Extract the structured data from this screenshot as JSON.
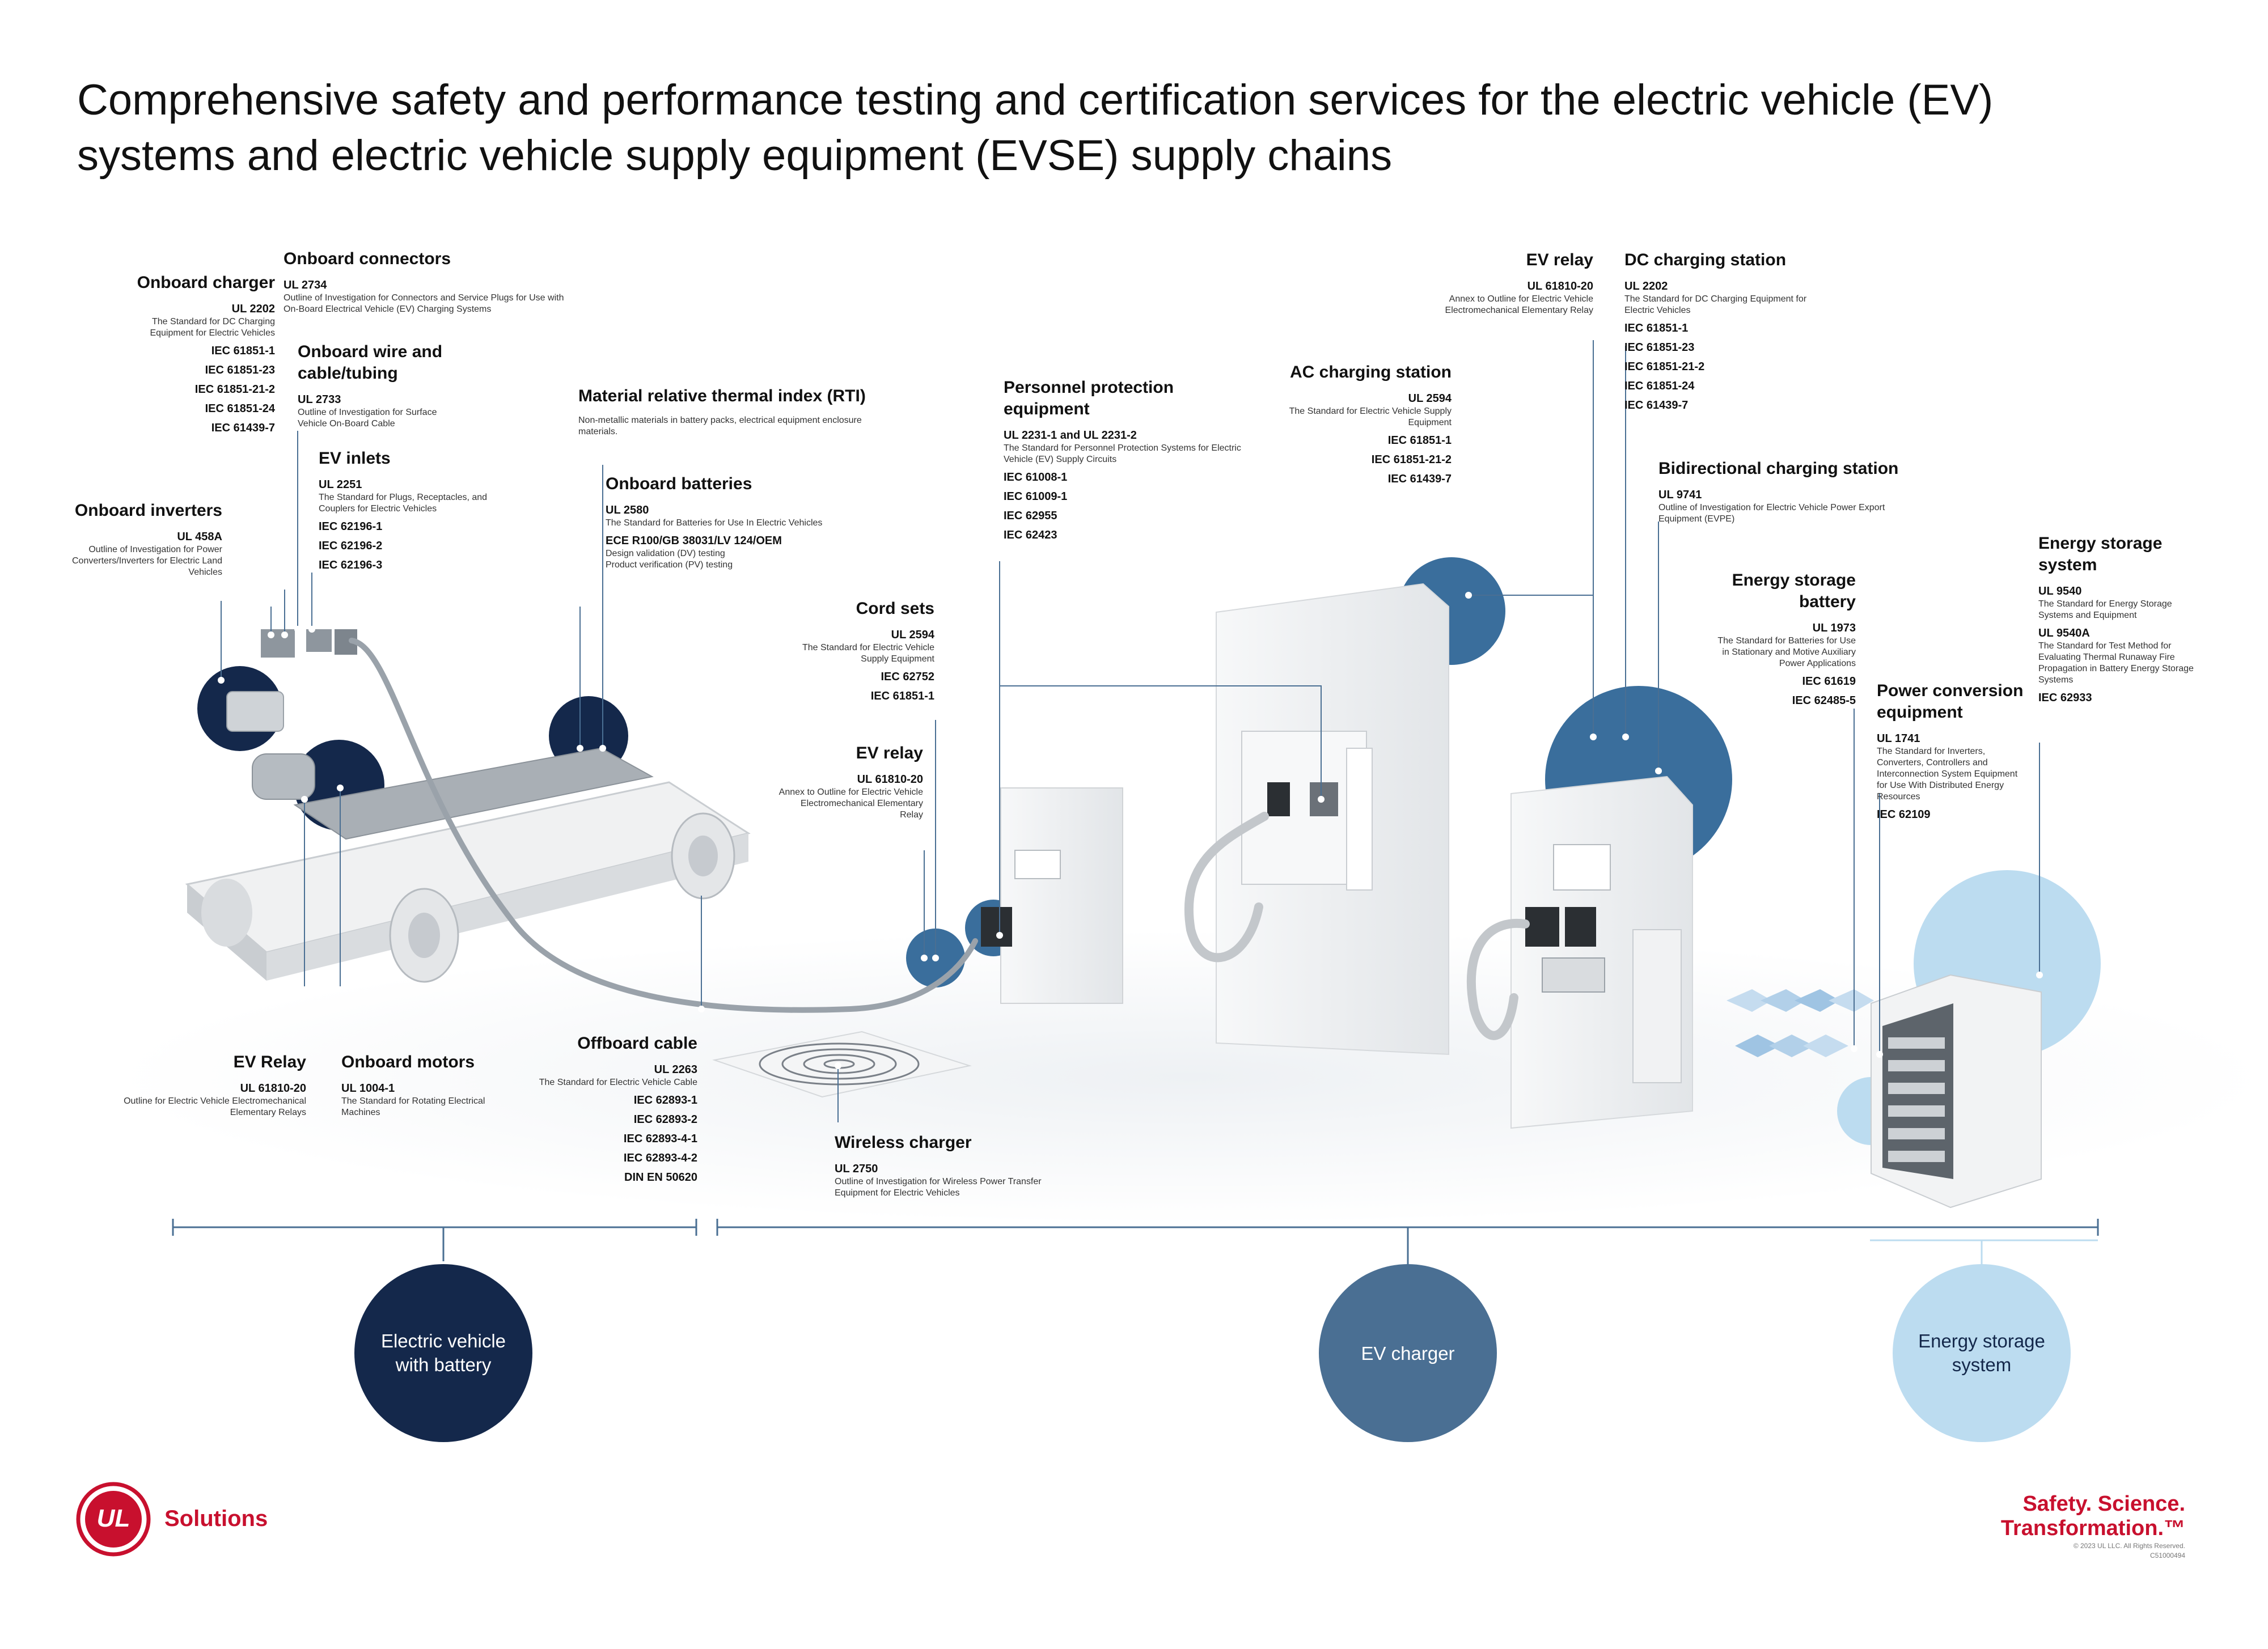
{
  "title": "Comprehensive safety and performance testing and certification services for the electric vehicle (EV) systems and electric vehicle supply equipment (EVSE) supply chains",
  "colors": {
    "dark_navy": "#14284b",
    "steel_blue": "#4a6f93",
    "mid_blue": "#3a6e9c",
    "light_blue": "#bcdcf0",
    "ul_red": "#c8102e"
  },
  "blocks": {
    "onboard_charger": {
      "heading": "Onboard charger",
      "items": [
        {
          "code": "UL 2202",
          "desc": "The Standard for DC Charging Equipment for Electric Vehicles"
        },
        {
          "code": "IEC 61851-1"
        },
        {
          "code": "IEC 61851-23"
        },
        {
          "code": "IEC 61851-21-2"
        },
        {
          "code": "IEC 61851-24"
        },
        {
          "code": "IEC 61439-7"
        }
      ]
    },
    "onboard_connectors": {
      "heading": "Onboard connectors",
      "items": [
        {
          "code": "UL 2734",
          "desc": "Outline of Investigation for Connectors and Service Plugs for Use with On-Board Electrical Vehicle (EV) Charging Systems"
        }
      ]
    },
    "onboard_wire": {
      "heading": "Onboard wire and cable/tubing",
      "items": [
        {
          "code": "UL 2733",
          "desc": "Outline of Investigation for Surface Vehicle On-Board Cable"
        }
      ]
    },
    "ev_inlets": {
      "heading": "EV inlets",
      "items": [
        {
          "code": "UL 2251",
          "desc": "The Standard for Plugs, Receptacles, and Couplers for Electric Vehicles"
        },
        {
          "code": "IEC 62196-1"
        },
        {
          "code": "IEC 62196-2"
        },
        {
          "code": "IEC 62196-3"
        }
      ]
    },
    "onboard_inverters": {
      "heading": "Onboard inverters",
      "items": [
        {
          "code": "UL 458A",
          "desc": "Outline of Investigation for Power Converters/Inverters for Electric Land Vehicles"
        }
      ]
    },
    "rti": {
      "heading": "Material relative thermal index (RTI)",
      "note": "Non-metallic materials in battery packs, electrical equipment enclosure materials."
    },
    "onboard_batteries": {
      "heading": "Onboard batteries",
      "items": [
        {
          "code": "UL 2580",
          "desc": "The Standard for Batteries for Use In Electric Vehicles"
        },
        {
          "code": "ECE R100/GB 38031/LV 124/OEM",
          "desc": "Design validation (DV) testing\nProduct verification (PV) testing"
        }
      ]
    },
    "personnel_protection": {
      "heading": "Personnel protection equipment",
      "items": [
        {
          "code": "UL 2231-1 and UL 2231-2",
          "desc": "The Standard for Personnel Protection Systems for Electric Vehicle (EV) Supply Circuits"
        },
        {
          "code": "IEC 61008-1"
        },
        {
          "code": "IEC 61009-1"
        },
        {
          "code": "IEC 62955"
        },
        {
          "code": "IEC 62423"
        }
      ]
    },
    "cord_sets": {
      "heading": "Cord sets",
      "items": [
        {
          "code": "UL 2594",
          "desc": "The Standard for Electric Vehicle Supply Equipment"
        },
        {
          "code": "IEC 62752"
        },
        {
          "code": "IEC 61851-1"
        }
      ]
    },
    "ev_relay_mid": {
      "heading": "EV relay",
      "items": [
        {
          "code": "UL 61810-20",
          "desc": "Annex to Outline for Electric Vehicle Electromechanical Elementary Relay"
        }
      ]
    },
    "ac_charging": {
      "heading": "AC charging station",
      "items": [
        {
          "code": "UL 2594",
          "desc": "The Standard for Electric Vehicle Supply Equipment"
        },
        {
          "code": "IEC 61851-1"
        },
        {
          "code": "IEC 61851-21-2"
        },
        {
          "code": "IEC 61439-7"
        }
      ]
    },
    "ev_relay_top": {
      "heading": "EV relay",
      "items": [
        {
          "code": "UL 61810-20",
          "desc": "Annex to Outline for Electric Vehicle Electromechanical Elementary Relay"
        }
      ]
    },
    "dc_charging": {
      "heading": "DC charging station",
      "items": [
        {
          "code": "UL 2202",
          "desc": "The Standard for DC Charging Equipment for Electric Vehicles"
        },
        {
          "code": "IEC 61851-1"
        },
        {
          "code": "IEC 61851-23"
        },
        {
          "code": "IEC 61851-21-2"
        },
        {
          "code": "IEC 61851-24"
        },
        {
          "code": "IEC 61439-7"
        }
      ]
    },
    "bidirectional": {
      "heading": "Bidirectional charging station",
      "items": [
        {
          "code": "UL 9741",
          "desc": "Outline of Investigation for Electric Vehicle Power Export Equipment (EVPE)"
        }
      ]
    },
    "ess_battery": {
      "heading": "Energy storage battery",
      "items": [
        {
          "code": "UL 1973",
          "desc": "The Standard for Batteries for Use in Stationary and Motive Auxiliary Power Applications"
        },
        {
          "code": "IEC 61619"
        },
        {
          "code": "IEC 62485-5"
        }
      ]
    },
    "ess_system": {
      "heading": "Energy storage system",
      "items": [
        {
          "code": "UL 9540",
          "desc": "The Standard for Energy Storage Systems and Equipment"
        },
        {
          "code": "UL 9540A",
          "desc": "The Standard for Test Method for Evaluating Thermal Runaway Fire Propagation in Battery Energy Storage Systems"
        },
        {
          "code": "IEC 62933"
        }
      ]
    },
    "power_conversion": {
      "heading": "Power conversion equipment",
      "items": [
        {
          "code": "UL 1741",
          "desc": "The Standard for Inverters, Converters, Controllers and Interconnection System Equipment for Use With Distributed Energy Resources"
        },
        {
          "code": "IEC  62109"
        }
      ]
    },
    "ev_relay_bottom": {
      "heading": "EV Relay",
      "items": [
        {
          "code": "UL 61810-20",
          "desc": "Outline for Electric Vehicle Electromechanical Elementary Relays"
        }
      ]
    },
    "onboard_motors": {
      "heading": "Onboard motors",
      "items": [
        {
          "code": "UL 1004-1",
          "desc": "The Standard for Rotating Electrical Machines"
        }
      ]
    },
    "offboard_cable": {
      "heading": "Offboard cable",
      "items": [
        {
          "code": "UL 2263",
          "desc": "The Standard for Electric Vehicle Cable"
        },
        {
          "code": "IEC 62893-1"
        },
        {
          "code": "IEC 62893-2"
        },
        {
          "code": "IEC 62893-4-1"
        },
        {
          "code": "IEC 62893-4-2"
        },
        {
          "code": "DIN EN 50620"
        }
      ]
    },
    "wireless_charger": {
      "heading": "Wireless charger",
      "items": [
        {
          "code": "UL 2750",
          "desc": "Outline of Investigation for Wireless Power Transfer Equipment for Electric Vehicles"
        }
      ]
    }
  },
  "categories": {
    "ev": "Electric vehicle with battery",
    "charger": "EV charger",
    "ess": "Energy storage system"
  },
  "footer": {
    "logo_letters": "UL",
    "brand": "Solutions",
    "tagline": "Safety. Science. Transformation.™",
    "copyright": "© 2023 UL LLC. All Rights Reserved.",
    "doc_id": "C51000494"
  }
}
